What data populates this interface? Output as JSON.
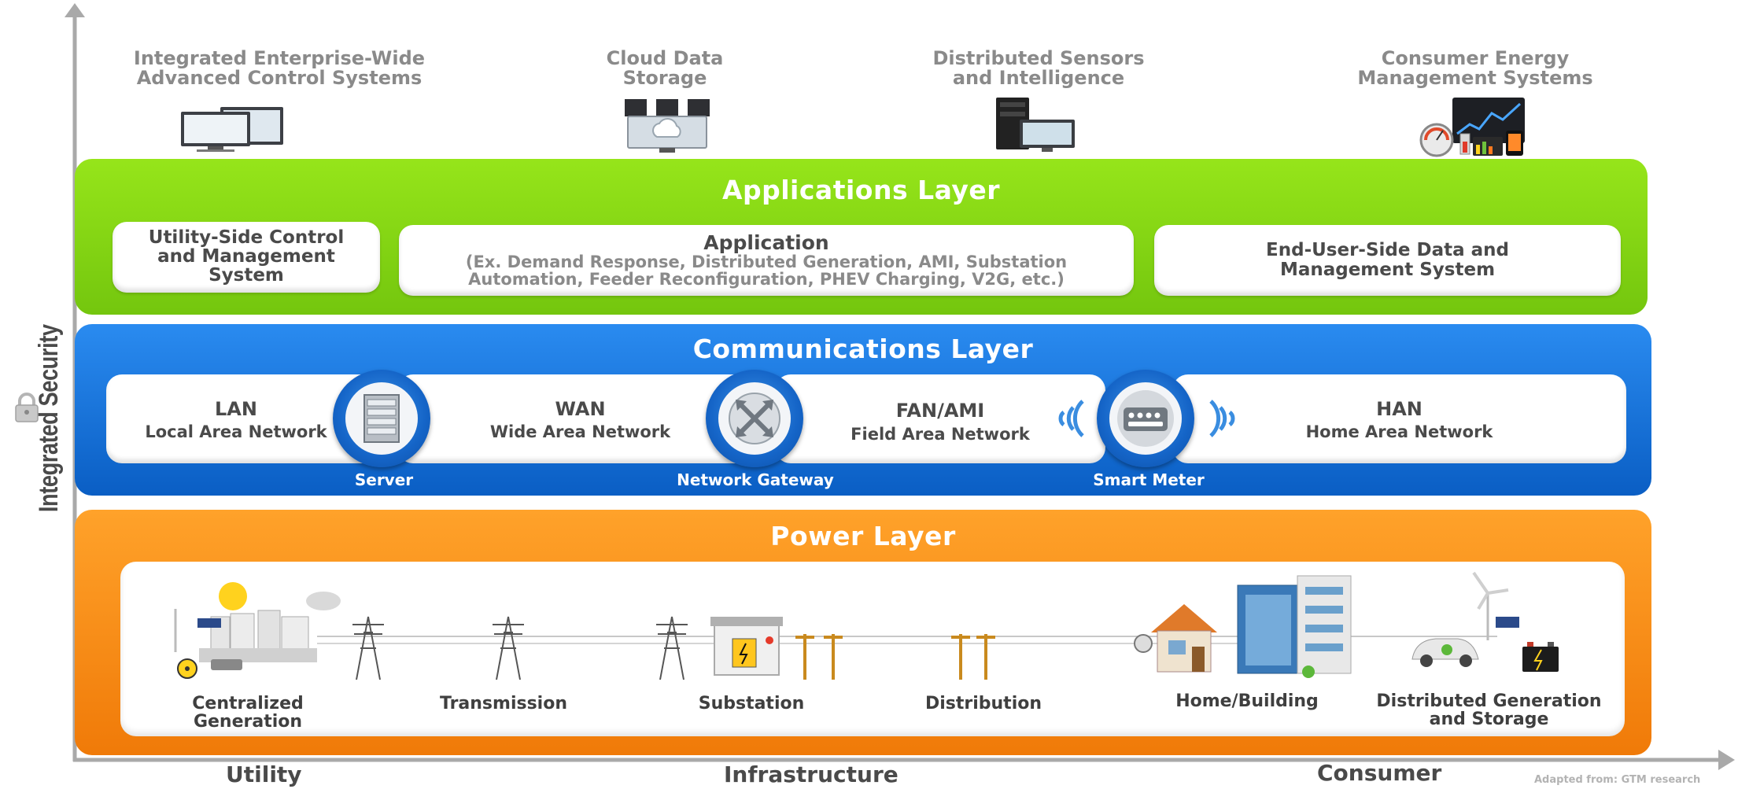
{
  "axes": {
    "y_label": "Integrated Security",
    "x_labels": [
      "Utility",
      "Infrastructure",
      "Consumer"
    ],
    "credit": "Adapted from: GTM research"
  },
  "top_captions": [
    {
      "line1": "Integrated Enterprise-Wide",
      "line2": "Advanced Control Systems"
    },
    {
      "line1": "Cloud Data",
      "line2": "Storage"
    },
    {
      "line1": "Distributed Sensors",
      "line2": "and Intelligence"
    },
    {
      "line1": "Consumer Energy",
      "line2": "Management Systems"
    }
  ],
  "applications_layer": {
    "title": "Applications Layer",
    "color": "#7ccf0e",
    "boxes": [
      {
        "lines": [
          "Utility-Side Control",
          "and Management",
          "System"
        ]
      },
      {
        "title": "Application",
        "detail1": "(Ex. Demand Response, Distributed Generation, AMI, Substation",
        "detail2": "Automation, Feeder Reconfiguration, PHEV Charging, V2G, etc.)"
      },
      {
        "lines": [
          "End-User-Side Data and",
          "Management System"
        ]
      }
    ]
  },
  "communications_layer": {
    "title": "Communications Layer",
    "color": "#0d6fd8",
    "networks": [
      {
        "title": "LAN",
        "subtitle": "Local Area Network"
      },
      {
        "title": "WAN",
        "subtitle": "Wide Area Network"
      },
      {
        "title": "FAN/AMI",
        "subtitle": "Field Area Network"
      },
      {
        "title": "HAN",
        "subtitle": "Home Area Network"
      }
    ],
    "devices": [
      {
        "label": "Server",
        "icon": "server-icon"
      },
      {
        "label": "Network Gateway",
        "icon": "gateway-icon"
      },
      {
        "label": "Smart Meter",
        "icon": "smart-meter-icon"
      }
    ]
  },
  "power_layer": {
    "title": "Power Layer",
    "color": "#f78a0a",
    "stages": [
      {
        "line1": "Centralized",
        "line2": "Generation"
      },
      {
        "line1": "Transmission",
        "line2": ""
      },
      {
        "line1": "Substation",
        "line2": ""
      },
      {
        "line1": "Distribution",
        "line2": ""
      },
      {
        "line1": "Home/Building",
        "line2": ""
      },
      {
        "line1": "Distributed Generation",
        "line2": "and Storage"
      }
    ]
  }
}
